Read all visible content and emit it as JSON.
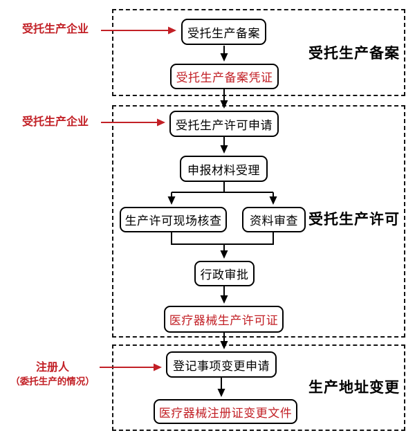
{
  "diagram": {
    "title_semantic": "medical-device-entrusted-production-flowchart",
    "colors": {
      "red_accent": "#c22026",
      "line_black": "#000000",
      "background": "#ffffff"
    },
    "sections": [
      {
        "label": "受托生产备案"
      },
      {
        "label": "受托生产许可"
      },
      {
        "label": "生产地址变更"
      }
    ],
    "nodes": [
      {
        "label": "受托生产备案",
        "color": "black"
      },
      {
        "label": "受托生产备案凭证",
        "color": "red"
      },
      {
        "label": "受托生产许可申请",
        "color": "black"
      },
      {
        "label": "申报材料受理",
        "color": "black"
      },
      {
        "label": "生产许可现场核查",
        "color": "black"
      },
      {
        "label": "资料审查",
        "color": "black"
      },
      {
        "label": "行政审批",
        "color": "black"
      },
      {
        "label": "医疗器械生产许可证",
        "color": "red"
      },
      {
        "label": "登记事项变更申请",
        "color": "black"
      },
      {
        "label": "医疗器械注册证变更文件",
        "color": "red"
      }
    ],
    "side_labels": [
      {
        "line1": "受托生产企业",
        "line2": ""
      },
      {
        "line1": "受托生产企业",
        "line2": ""
      },
      {
        "line1": "注册人",
        "line2": "（委托生产的情况）"
      }
    ]
  }
}
